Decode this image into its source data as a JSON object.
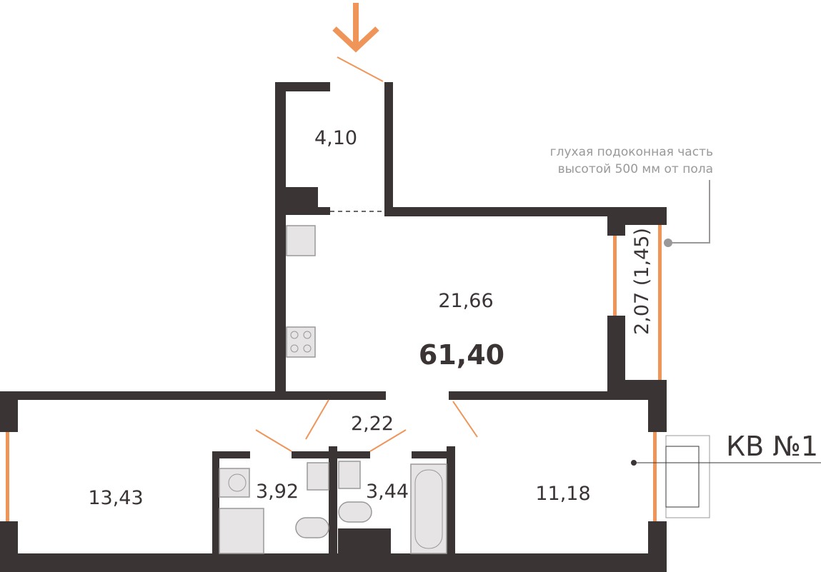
{
  "rooms": {
    "vestibule_area": "4,10",
    "kitchen_living_area": "21,66",
    "total_area": "61,40",
    "hall_area": "2,22",
    "bedroom_left_area": "13,43",
    "bathroom_1_area": "3,92",
    "bathroom_2_area": "3,44",
    "bedroom_right_area": "11,18"
  },
  "balcony": {
    "area": "2,07 (1,45)"
  },
  "note": {
    "line1": "глухая подоконная часть",
    "line2": "высотой  500 мм от пола"
  },
  "apartment_label": "КВ №1",
  "colors": {
    "wall": "#3a3534",
    "accent": "#f0955a",
    "fixture": "#e6e4e4"
  }
}
